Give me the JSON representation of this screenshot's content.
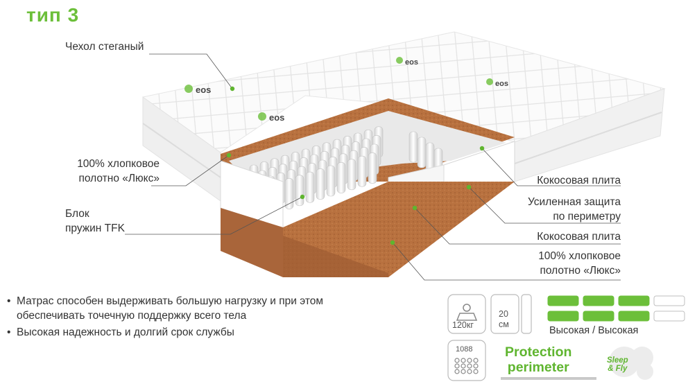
{
  "title": "тип 3",
  "labels": {
    "cover": "Чехол стеганый",
    "cotton_left_1": "100% хлопковое",
    "cotton_left_2": "полотно «Люкс»",
    "block_1": "Блок",
    "block_2": "пружин TFK",
    "coconut_top": "Кокосовая плита",
    "protection_1": "Усиленная защита",
    "protection_2": "по периметру",
    "coconut_bottom": "Кокосовая плита",
    "cotton_right_1": "100% хлопковое",
    "cotton_right_2": "полотно «Люкс»"
  },
  "brand": "eos",
  "bullets": [
    "Матрас способен выдерживать большую нагрузку и при этом обеспечивать точечную поддержку всего тела",
    "Высокая надежность и долгий срок службы"
  ],
  "badges": {
    "load": "120кг",
    "height_value": "20",
    "height_unit": "см",
    "springs": "1088",
    "stiffness_caption": "Высокая / Высокая",
    "stiffness_top_level": 3,
    "stiffness_bottom_level": 3,
    "stiffness_max": 4,
    "protection_1": "Protection",
    "protection_2": "perimeter",
    "sleep_1": "Sleep",
    "sleep_2": "& Fly"
  },
  "colors": {
    "accent": "#6cbf3a",
    "coconut": "#b8713f",
    "text": "#333333"
  }
}
